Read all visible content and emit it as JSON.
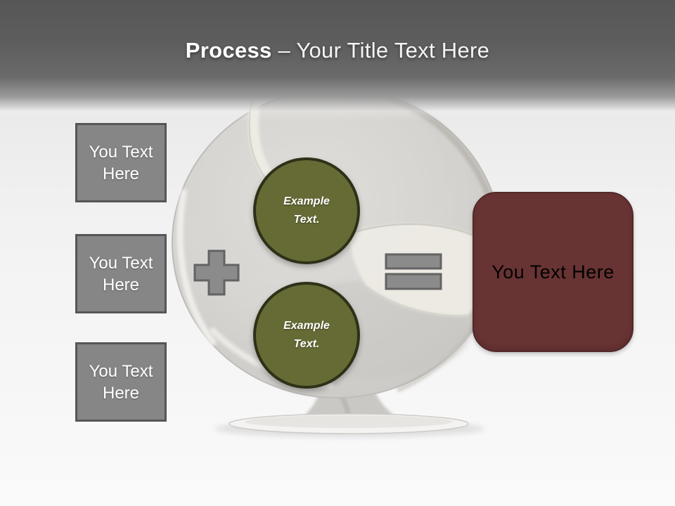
{
  "slide": {
    "title": {
      "emphasis": "Process",
      "rest": "– Your Title Text Here"
    },
    "input_boxes": [
      {
        "label": "You Text Here"
      },
      {
        "label": "You Text Here"
      },
      {
        "label": "You Text Here"
      }
    ],
    "process_circles": [
      {
        "label": "Example Text."
      },
      {
        "label": "Example Text."
      }
    ],
    "result_box": {
      "label": "You Text Here"
    },
    "icons": {
      "plus": "plus-icon",
      "equals": "equals-icon",
      "background": "ghosted-egg-chair-image"
    },
    "colors": {
      "header_gray": "#565656",
      "placeholder_gray": "#868686",
      "placeholder_gray_border": "#565656",
      "operator_gray": "#8b8b8b",
      "operator_gray_border": "#636363",
      "olive_green": "#666b35",
      "olive_green_border": "#2e3117",
      "maroon": "#683333",
      "maroon_border": "#532929",
      "canvas_light": "#f3f3f3"
    }
  }
}
